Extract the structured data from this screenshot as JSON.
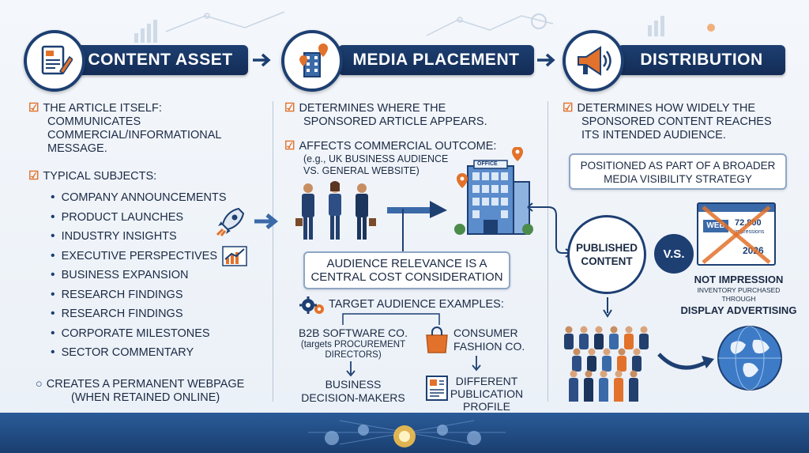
{
  "headers": {
    "content_asset": "CONTENT ASSET",
    "media_placement": "MEDIA PLACEMENT",
    "distribution": "DISTRIBUTION"
  },
  "content": {
    "article_itself": "THE ARTICLE ITSELF:",
    "communicates": "COMMUNICATES",
    "commercial": "COMMERCIAL/INFORMATIONAL",
    "message": "MESSAGE.",
    "typical_subjects": "TYPICAL SUBJECTS:",
    "subjects": [
      "COMPANY ANNOUNCEMENTS",
      "PRODUCT LAUNCHES",
      "INDUSTRY INSIGHTS",
      "EXECUTIVE PERSPECTIVES",
      "BUSINESS EXPANSION",
      "RESEARCH FINDINGS",
      "RESEARCH FINDINGS",
      "CORPORATE MILESTONES",
      "SECTOR COMMENTARY"
    ],
    "permanent_line1": "CREATES A PERMANENT WEBPAGE",
    "permanent_line2": "(WHEN RETAINED ONLINE)"
  },
  "placement": {
    "determines_line1": "DETERMINES WHERE THE",
    "determines_line2": "SPONSORED ARTICLE APPEARS.",
    "affects": "AFFECTS COMMERCIAL OUTCOME:",
    "example_line1": "(e.g., UK BUSINESS AUDIENCE",
    "example_line2": "VS. GENERAL WEBSITE)",
    "office_sign": "OFFICE",
    "relevance_line1": "AUDIENCE RELEVANCE IS A",
    "relevance_line2": "CENTRAL COST CONSIDERATION",
    "target_examples": "TARGET AUDIENCE EXAMPLES:",
    "b2b_title": "B2B SOFTWARE CO.",
    "b2b_sub1": "(targets PROCUREMENT",
    "b2b_sub2": "DIRECTORS)",
    "consumer_line1": "CONSUMER",
    "consumer_line2": "FASHION CO.",
    "business_line1": "BUSINESS",
    "business_line2": "DECISION-MAKERS",
    "different_line1": "DIFFERENT",
    "different_line2": "PUBLICATION",
    "different_line3": "PROFILE"
  },
  "distribution": {
    "determines_line1": "DETERMINES HOW WIDELY THE",
    "determines_line2": "SPONSORED CONTENT REACHES",
    "determines_line3": "ITS INTENDED AUDIENCE.",
    "positioned_line1": "POSITIONED AS PART OF A BROADER",
    "positioned_line2": "MEDIA VISIBILITY STRATEGY",
    "published_line1": "PUBLISHED",
    "published_line2": "CONTENT",
    "vs": "V.S.",
    "web_label": "WEB",
    "impressions_num": "72,800",
    "impressions_label": "impressions",
    "banner_num": "2026",
    "not_impression": "NOT IMPRESSION",
    "inventory": "INVENTORY PURCHASED THROUGH",
    "display_ad": "DISPLAY ADVERTISING"
  },
  "colors": {
    "navy": "#1d3f72",
    "orange": "#e2722b",
    "light_bg": "#eef3f9"
  }
}
